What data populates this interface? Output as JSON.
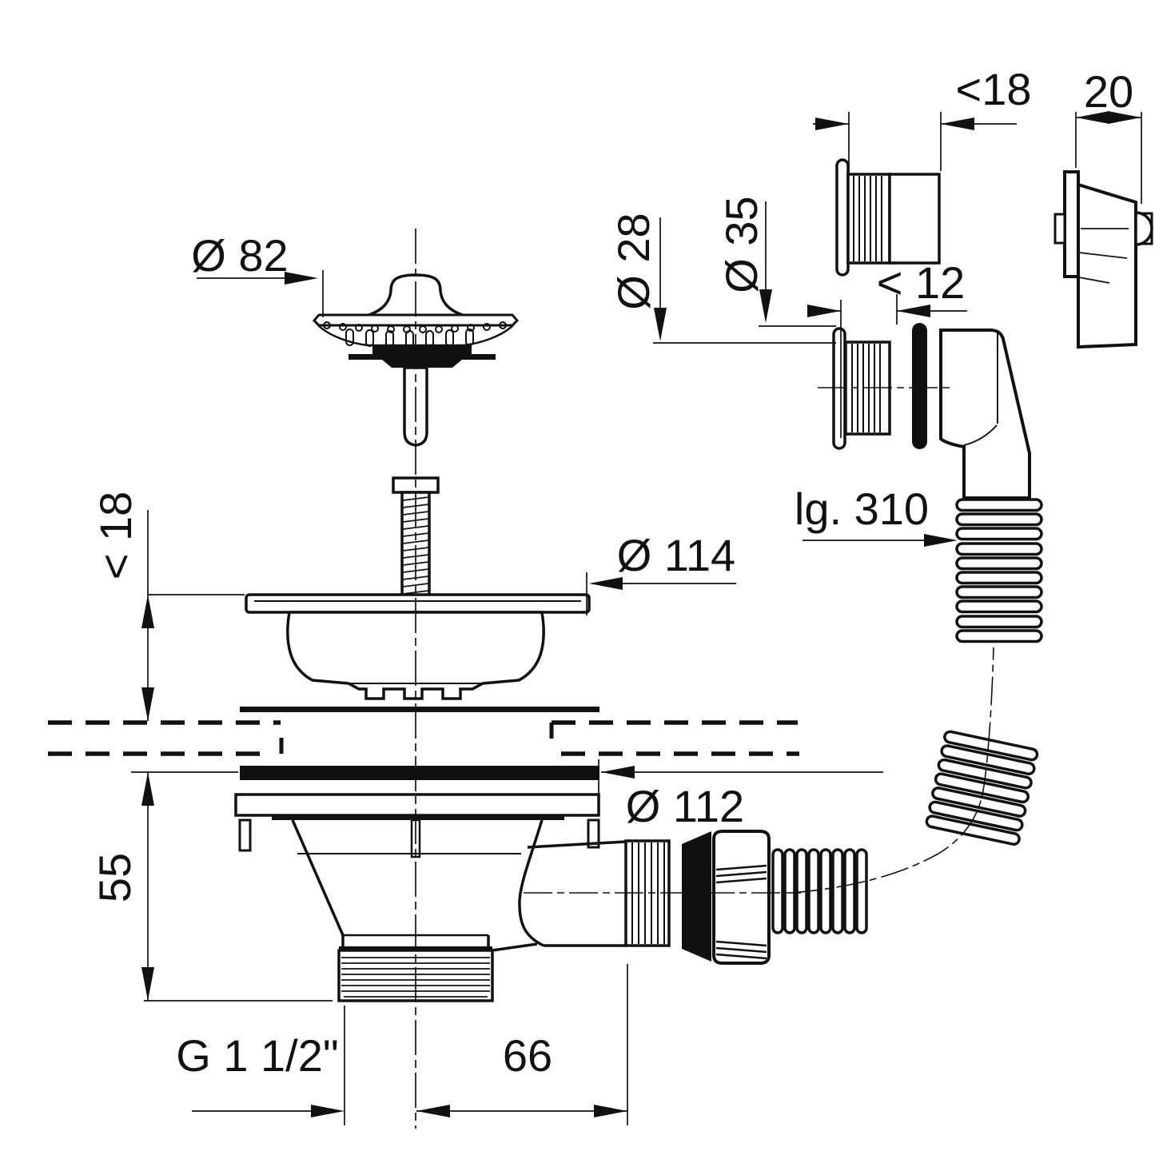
{
  "drawing": {
    "labels": {
      "cap_diameter": "Ø 82",
      "flange_diameter": "Ø 114",
      "seal_diameter": "Ø 112",
      "max_panel_thickness": "< 18",
      "body_height": "55",
      "outlet_thread": "G 1 1/2\"",
      "outlet_offset": "66",
      "overflow_pipe_diameter": "Ø 28",
      "overflow_flange_diameter": "Ø 35",
      "overflow_max_thickness": "<18",
      "overflow_gap": "< 12",
      "cover_depth": "20",
      "hose_length": "lg. 310"
    },
    "colors": {
      "line": "#111111",
      "background": "#ffffff"
    }
  }
}
